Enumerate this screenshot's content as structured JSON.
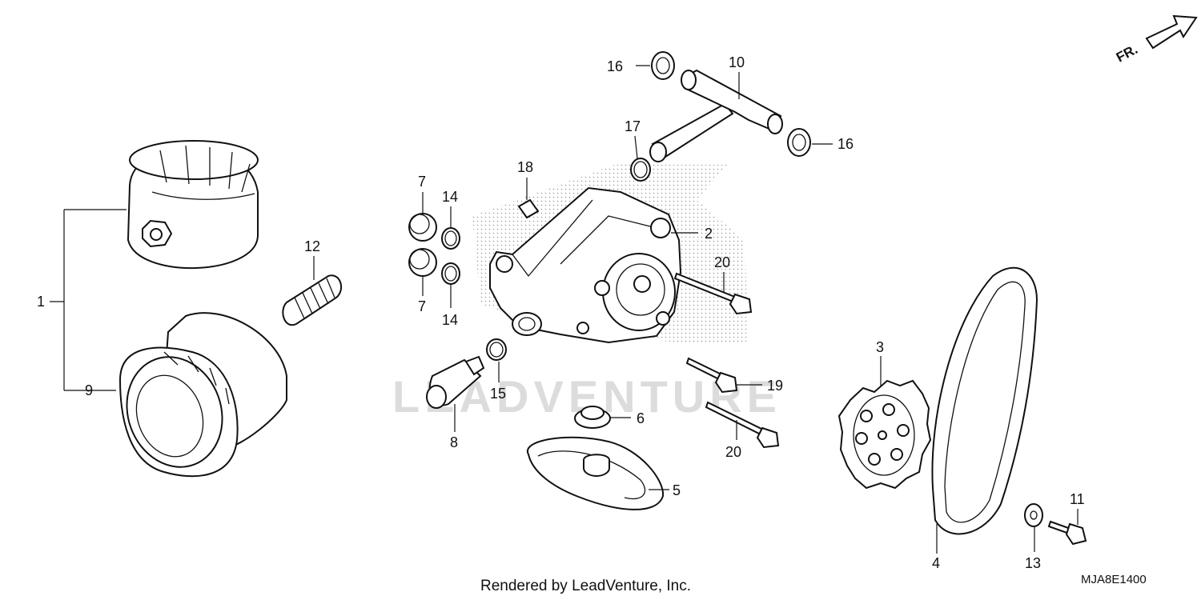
{
  "diagram": {
    "callouts": [
      {
        "id": "c1",
        "text": "1"
      },
      {
        "id": "c2",
        "text": "2"
      },
      {
        "id": "c3",
        "text": "3"
      },
      {
        "id": "c4",
        "text": "4"
      },
      {
        "id": "c5",
        "text": "5"
      },
      {
        "id": "c6",
        "text": "6"
      },
      {
        "id": "c7a",
        "text": "7"
      },
      {
        "id": "c7b",
        "text": "7"
      },
      {
        "id": "c8",
        "text": "8"
      },
      {
        "id": "c9",
        "text": "9"
      },
      {
        "id": "c10",
        "text": "10"
      },
      {
        "id": "c11",
        "text": "11"
      },
      {
        "id": "c12",
        "text": "12"
      },
      {
        "id": "c13",
        "text": "13"
      },
      {
        "id": "c14a",
        "text": "14"
      },
      {
        "id": "c14b",
        "text": "14"
      },
      {
        "id": "c15",
        "text": "15"
      },
      {
        "id": "c16a",
        "text": "16"
      },
      {
        "id": "c16b",
        "text": "16"
      },
      {
        "id": "c17",
        "text": "17"
      },
      {
        "id": "c18",
        "text": "18"
      },
      {
        "id": "c19",
        "text": "19"
      },
      {
        "id": "c20a",
        "text": "20"
      },
      {
        "id": "c20b",
        "text": "20"
      }
    ],
    "direction_label": "FR.",
    "watermark": "LEADVENTURE",
    "footer": "Rendered by LeadVenture, Inc.",
    "diagram_code": "MJA8E1400"
  }
}
